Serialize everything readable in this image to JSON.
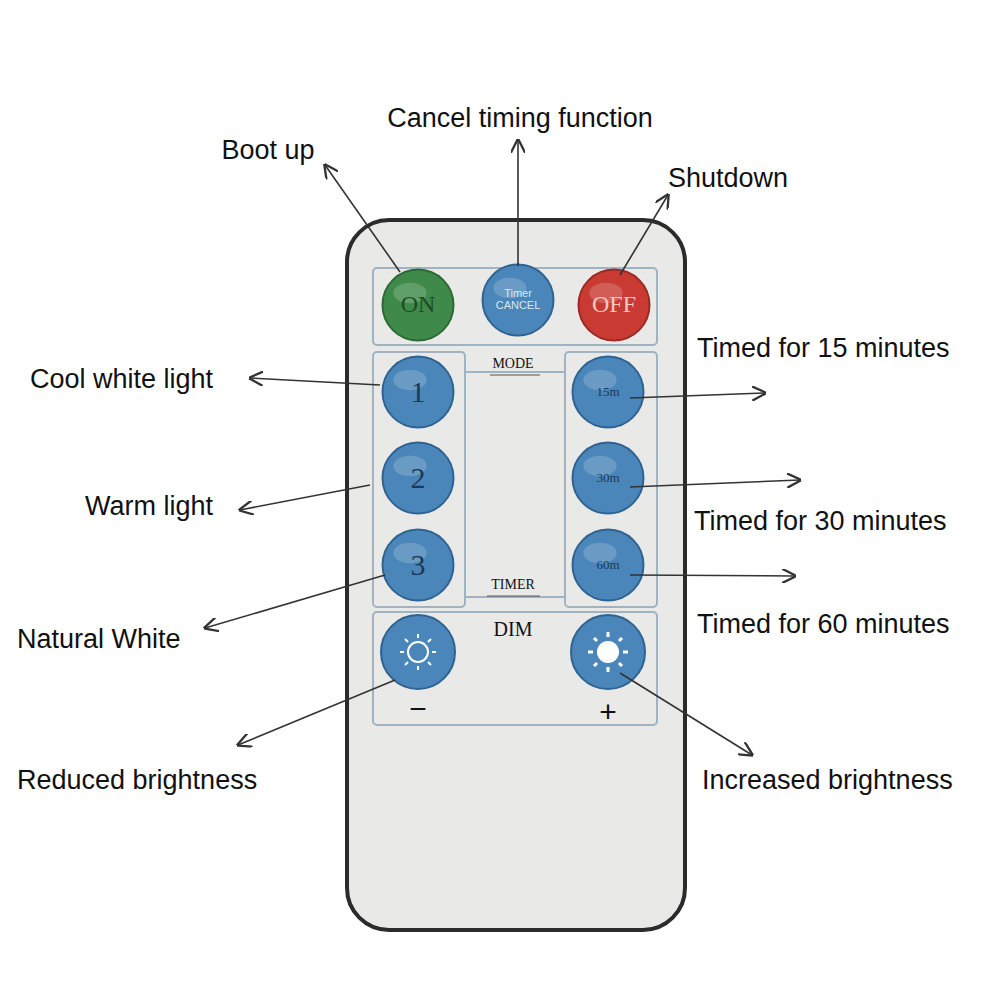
{
  "diagram": {
    "nodes": [
      {
        "text": [
          "ON"
        ]
      },
      {
        "text": [
          "Timer CANCEL"
        ]
      },
      {
        "text": [
          "OFF"
        ]
      },
      {
        "text": [
          "1"
        ]
      },
      {
        "text": [
          "15m"
        ]
      },
      {
        "text": [
          "2"
        ]
      },
      {
        "text": [
          "30m"
        ]
      },
      {
        "text": [
          "3"
        ]
      },
      {
        "text": [
          "60m"
        ]
      }
    ],
    "labels": [
      "Cancel timing function",
      "Boot up",
      "Shutdown",
      "Timed for 15 minutes",
      "Cool white light",
      "MODE",
      "Warm light",
      "Timed for 30 minutes",
      "Natural White",
      "TIMER",
      "Timed for 60 minutes",
      "DIM",
      "−",
      "+",
      "Reduced brightness",
      "Increased brightness"
    ]
  }
}
